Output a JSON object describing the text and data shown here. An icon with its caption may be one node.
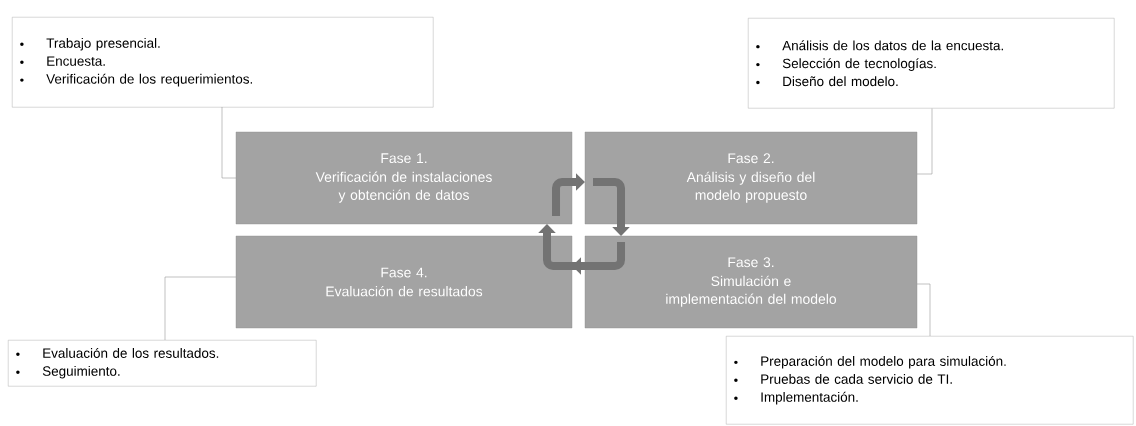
{
  "diagram": {
    "nodes": [
      {
        "text": [
          "Trabajo presencial.",
          "Encuesta.",
          "Verificación de los requerimientos."
        ]
      },
      {
        "text": [
          "Análisis de los datos de la encuesta.",
          "Selección de tecnologías.",
          "Diseño del modelo."
        ]
      },
      {
        "text": [
          "Fase 1.",
          "Verificación de instalaciones y obtención de datos"
        ]
      },
      {
        "text": [
          "Fase 2.",
          "Análisis y diseño del modelo propuesto"
        ]
      },
      {
        "text": [
          "Fase 4.",
          "Evaluación de resultados"
        ]
      },
      {
        "text": [
          "Fase 3.",
          "Simulación e implementación del modelo"
        ]
      },
      {
        "text": [
          "Evaluación de los resultados.",
          "Seguimiento."
        ]
      },
      {
        "text": [
          "Preparación del modelo para simulación.",
          "Pruebas de cada servicio de TI.",
          "Implementación."
        ]
      }
    ],
    "edges": [
      {
        "from": 0,
        "to": 2,
        "arrow": "none"
      },
      {
        "from": 1,
        "to": 3,
        "arrow": "none"
      },
      {
        "from": 4,
        "to": 6,
        "arrow": "none"
      },
      {
        "from": 5,
        "to": 7,
        "arrow": "none"
      },
      {
        "from": 2,
        "to": 3,
        "arrow": "to",
        "style": "thick"
      },
      {
        "from": 3,
        "to": 5,
        "arrow": "to",
        "style": "thick"
      },
      {
        "from": 5,
        "to": 4,
        "arrow": "to",
        "style": "thick"
      },
      {
        "from": 4,
        "to": 2,
        "arrow": "to",
        "style": "thick"
      }
    ]
  }
}
